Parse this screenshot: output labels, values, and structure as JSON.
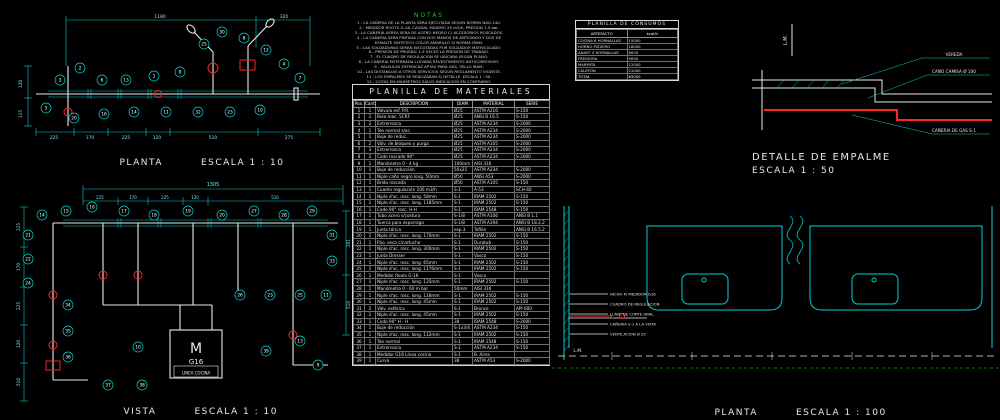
{
  "plan_top": {
    "title": "PLANTA",
    "scale": "ESCALA 1 : 10",
    "dims_top": [
      "1180",
      "320"
    ],
    "dims_bottom": [
      "225",
      "170",
      "225",
      "120",
      "510",
      "275"
    ],
    "dims_left": [
      "120",
      "115"
    ],
    "balloons": [
      "5",
      "3",
      "2",
      "6",
      "13",
      "1",
      "9",
      "25",
      "30",
      "8",
      "12",
      "4",
      "7",
      "10",
      "23",
      "32",
      "11",
      "14",
      "16",
      "20"
    ]
  },
  "vista": {
    "title": "VISTA",
    "scale": "ESCALA 1 : 10",
    "dim_top": "1305",
    "dims_sub": [
      "225",
      "170",
      "225",
      "120",
      "510"
    ],
    "dims_left": [
      "225",
      "170",
      "225",
      "120",
      "510"
    ],
    "dims_right": [
      "261",
      "510"
    ],
    "meter": {
      "m": "M",
      "model": "G16",
      "line": "LINEA COCINA"
    },
    "balloons": [
      "21",
      "22",
      "24",
      "14",
      "15",
      "16",
      "17",
      "18",
      "19",
      "20",
      "27",
      "28",
      "29",
      "31",
      "33",
      "34",
      "35",
      "36",
      "37",
      "38",
      "26",
      "23",
      "25",
      "11",
      "39",
      "13",
      "9",
      "10"
    ]
  },
  "detalle": {
    "title": "DETALLE DE EMPALME",
    "scale": "ESCALA 1 : 50",
    "lm": "L.M.",
    "labels": [
      "VEREDA",
      "CAÑO CAMISA Ø 100",
      "CAÑERIA DE GAS S-1"
    ]
  },
  "plan100": {
    "title": "PLANTA",
    "scale": "ESCALA 1 : 100",
    "lm": "L.M.",
    "labels": [
      "NICHO P/ MEDIDOR G16",
      "CUADRO DE REGULACION",
      "LLAVE DE CORTE GRAL.",
      "CAÑERIA S-1 A LA VISTA",
      "VENTILACION Ø 25"
    ]
  },
  "notas": {
    "title": "NOTAS",
    "lines": [
      "1 - LA CAÑERIA DE LA PLANTA SERA EJECUTADA SEGUN NORMA NAG-140.",
      "2 - MEDIDOR ROOTS G-16, CAUDAL MAXIMO 25 m3/h, PRESION 1.5 bar.",
      "3 - LA CAÑERIA AEREA SERA DE ACERO NEGRO C/ ACCESORIOS ROSCADOS.",
      "4 - LA CAÑERIA SERA PINTADA CON DOS MANOS DE ANTIOXIDO Y DOS DE",
      "ESMALTE SINTETICO COLOR AMARILLO S/ NORMA IRAM.",
      "5 - LAS SOLDADURAS SERAN EJECUTADAS POR SOLDADOR MATRICULADO.",
      "6 - PRESION DE PRUEBA: 1.5 VECES LA PRESION DE TRABAJO.",
      "7 - EL CUADRO DE REGULACION SE UBICARA SEGUN PLANO.",
      "8 - LA CAÑERIA ENTERRADA LLEVARA REVESTIMIENTO ANTICORROSIVO.",
      "9 - VALVULAS ESFERICAS APTAS PARA GAS, SELLO IRAM.",
      "10 - LAS DISTANCIAS A OTROS SERVICIOS SEGUN REGLAMENTO VIGENTE.",
      "11 - LOS EMPALMES SE REALIZARAN S/ DETALLE. ESCALA 1 : 50.",
      "12 - COTAS EN MILIMETROS SALVO INDICACION EN CONTRARIO."
    ]
  },
  "consumos": {
    "title": "PLANILLA DE CONSUMOS",
    "headers": [
      "ARTEFACTO",
      "kcal/h"
    ],
    "rows": [
      [
        "COCINA 6 HORNALLAS",
        "15000"
      ],
      [
        "HORNO PIZZERO",
        "18000"
      ],
      [
        "ANAFE 4 HORNALLAS",
        "8000"
      ],
      [
        "FREIDORA",
        "9000"
      ],
      [
        "MARMITA",
        "12000"
      ],
      [
        "CALEFON",
        "21000"
      ]
    ],
    "total_label": "TOTAL",
    "total_value": "83000"
  },
  "materiales": {
    "title": "PLANILLA    DE    MATERIALES",
    "headers": [
      "Pos.",
      "Cant.",
      "DESCRIPCION",
      "DIAM",
      "MATERIAL",
      "SERIE"
    ],
    "rows": [
      [
        "1",
        "1",
        "Válvula esf. P.R.",
        "Ø25",
        "ASTM A216",
        "S-150"
      ],
      [
        "2",
        "2",
        "Bola mac. SCRF",
        "Ø25",
        "ANSI B 16.5",
        "S-150"
      ],
      [
        "3",
        "2",
        "Entrerrosca",
        "Ø25",
        "ASTM A234",
        "S-2000"
      ],
      [
        "4",
        "1",
        "Tee normal s/ac.",
        "Ø25",
        "ASTM A234",
        "S-2000"
      ],
      [
        "5",
        "1",
        "Buje de reduc.",
        "Ø25",
        "ASTM A234",
        "S-2000"
      ],
      [
        "6",
        "2",
        "Válv. de bloqueo y purga",
        "Ø25",
        "ASTM A105",
        "S-2000"
      ],
      [
        "7",
        "3",
        "Entrerrosca",
        "Ø25",
        "ASTM A234",
        "S-2000"
      ],
      [
        "8",
        "2",
        "Codo roscado 90°",
        "Ø25",
        "ASTM A234",
        "S-2000"
      ],
      [
        "9",
        "1",
        "Manómetro 0 - 4 kg",
        "100mm",
        "AISI 316",
        ""
      ],
      [
        "10",
        "1",
        "Buje de reducción",
        "50x25",
        "ASTM A234",
        "S-2000"
      ],
      [
        "11",
        "1",
        "Niple caño negro long. 50mm",
        "Ø50",
        "ANSI A53",
        "S-2000"
      ],
      [
        "12",
        "1",
        "Brida roscada",
        "Ø50",
        "ASTM A105",
        "S-150"
      ],
      [
        "13",
        "1",
        "Cuadro regulación 100 m3/h",
        "S-1",
        "A-53",
        "SCH-40"
      ],
      [
        "14",
        "1",
        "Niple d'ac. rosc. long. 58mm",
        "S-1",
        "IRAM 2502",
        "S-150"
      ],
      [
        "15",
        "1",
        "Niple d'ac. rosc. long. 1185mm",
        "S-1",
        "IRAM 2502",
        "S-150"
      ],
      [
        "16",
        "1",
        "Codo 90° rosc. H-H",
        "S-1",
        "IRAM 2548",
        "S-150"
      ],
      [
        "17",
        "1",
        "Tubo acero s/costura",
        "S-1/8",
        "ASTM A106",
        "ANSI B 1.1"
      ],
      [
        "18",
        "1",
        "Tuerca para esparrago",
        "S-1/8",
        "ASTM A194",
        "ANSI B 18.2.2"
      ],
      [
        "19",
        "1",
        "Junta tórica",
        "esp.3",
        "Teflón",
        "ANSI B 16.5.2"
      ],
      [
        "20",
        "1",
        "Niple d'ac. rosc. long. 170mm",
        "S-1",
        "IRAM 2502",
        "S-150"
      ],
      [
        "21",
        "1",
        "Fbo. seca c/cartucho",
        "S-1",
        "Duratub",
        "S-150"
      ],
      [
        "22",
        "1",
        "Niple d'ac. rosc. long. 300mm",
        "S-1",
        "IRAM 2502",
        "S-150"
      ],
      [
        "23",
        "1",
        "Junta Dresser",
        "S-1",
        "Vasco",
        "S-150"
      ],
      [
        "24",
        "1",
        "Niple d'ac. rosc. long. 65mm",
        "S-1",
        "IRAM 2502",
        "S-150"
      ],
      [
        "25",
        "1",
        "Niple d'ac. rosc. long. 1176mm",
        "S-1",
        "IRAM 2502",
        "S-150"
      ],
      [
        "26",
        "1",
        "Medidor Roots G-16",
        "S-1",
        "Vasco",
        ""
      ],
      [
        "27",
        "1",
        "Niple d'ac. rosc. long. 125mm",
        "S-1",
        "IRAM 2502",
        "S-150"
      ],
      [
        "28",
        "1",
        "Manómetro 0 - 60 m bar",
        "50mm",
        "AISI 316",
        ""
      ],
      [
        "29",
        "1",
        "Niple d'ac. rosc. long. 118mm",
        "S-1",
        "IRAM 2502",
        "S-150"
      ],
      [
        "30",
        "1",
        "Niple d'ac. rosc. long. 45mm",
        "S-1",
        "IRAM 2502",
        "S-150"
      ],
      [
        "31",
        "2",
        "Válv. esférica",
        "S-1",
        "Bronce",
        "API 600"
      ],
      [
        "32",
        "1",
        "Niple d'ac. rosc. long. 45mm",
        "S-1",
        "IRAM 2502",
        "S-150"
      ],
      [
        "33",
        "1",
        "Codo 90° H - H",
        "38",
        "IRAM 2548",
        "S-2000"
      ],
      [
        "34",
        "1",
        "Buje de reducción",
        "S-1x3/4",
        "ASTM A234",
        "S-150"
      ],
      [
        "35",
        "1",
        "Niple d'ac. rosc. long. 112mm",
        "S-1",
        "IRAM 2502",
        "S-150"
      ],
      [
        "36",
        "1",
        "Tee normal",
        "S-1",
        "IRAM 2548",
        "S-150"
      ],
      [
        "37",
        "1",
        "Entrerrosca",
        "S-1",
        "ASTM A234",
        "S-150"
      ],
      [
        "38",
        "1",
        "Medidor G16 Línea cocina",
        "S-1",
        "B. Aires",
        ""
      ],
      [
        "39",
        "1",
        "Curva",
        "38",
        "ASTM A53",
        "S-2000"
      ]
    ]
  }
}
